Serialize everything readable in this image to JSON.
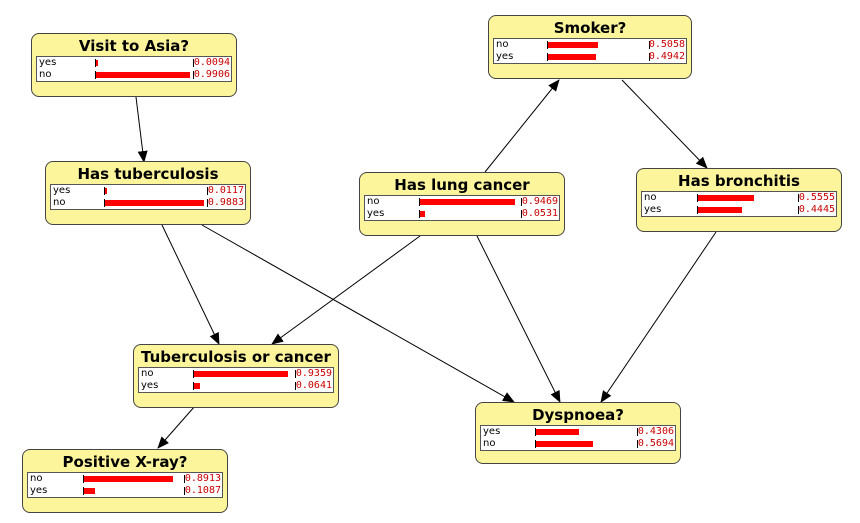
{
  "nodes": [
    {
      "id": "asia",
      "title": "Visit to Asia?",
      "states": [
        {
          "label": "yes",
          "p": "0.0094",
          "v": 0.0094
        },
        {
          "label": "no",
          "p": "0.9906",
          "v": 0.9906
        }
      ]
    },
    {
      "id": "smoker",
      "title": "Smoker?",
      "states": [
        {
          "label": "no",
          "p": "0.5058",
          "v": 0.5058
        },
        {
          "label": "yes",
          "p": "0.4942",
          "v": 0.4942
        }
      ]
    },
    {
      "id": "tub",
      "title": "Has tuberculosis",
      "states": [
        {
          "label": "yes",
          "p": "0.0117",
          "v": 0.0117
        },
        {
          "label": "no",
          "p": "0.9883",
          "v": 0.9883
        }
      ]
    },
    {
      "id": "lung",
      "title": "Has lung cancer",
      "states": [
        {
          "label": "no",
          "p": "0.9469",
          "v": 0.9469
        },
        {
          "label": "yes",
          "p": "0.0531",
          "v": 0.0531
        }
      ]
    },
    {
      "id": "bronc",
      "title": "Has bronchitis",
      "states": [
        {
          "label": "no",
          "p": "0.5555",
          "v": 0.5555
        },
        {
          "label": "yes",
          "p": "0.4445",
          "v": 0.4445
        }
      ]
    },
    {
      "id": "either",
      "title": "Tuberculosis or cancer",
      "states": [
        {
          "label": "no",
          "p": "0.9359",
          "v": 0.9359
        },
        {
          "label": "yes",
          "p": "0.0641",
          "v": 0.0641
        }
      ]
    },
    {
      "id": "dysp",
      "title": "Dyspnoea?",
      "states": [
        {
          "label": "yes",
          "p": "0.4306",
          "v": 0.4306
        },
        {
          "label": "no",
          "p": "0.5694",
          "v": 0.5694
        }
      ]
    },
    {
      "id": "xray",
      "title": "Positive X-ray?",
      "states": [
        {
          "label": "no",
          "p": "0.8913",
          "v": 0.8913
        },
        {
          "label": "yes",
          "p": "0.1087",
          "v": 0.1087
        }
      ]
    }
  ],
  "edges": [
    {
      "from": "asia",
      "to": "tub"
    },
    {
      "from": "lung",
      "to": "smoker"
    },
    {
      "from": "smoker",
      "to": "bronc"
    },
    {
      "from": "tub",
      "to": "either"
    },
    {
      "from": "tub",
      "to": "dysp"
    },
    {
      "from": "lung",
      "to": "either"
    },
    {
      "from": "lung",
      "to": "dysp"
    },
    {
      "from": "bronc",
      "to": "dysp"
    },
    {
      "from": "either",
      "to": "xray"
    }
  ],
  "colors": {
    "node_fill": "#fcf59c",
    "bar": "#ff0000",
    "prob_text": "#cc0000",
    "edge": "#000000"
  }
}
